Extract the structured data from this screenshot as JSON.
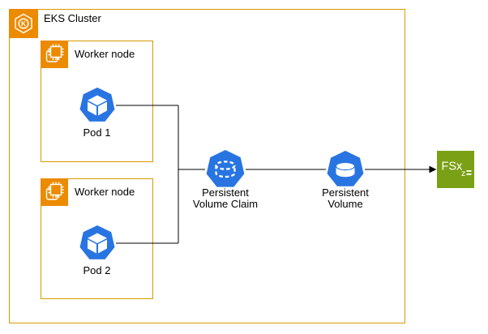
{
  "colors": {
    "bg": "#FFFFFF",
    "box-border": "#D79B00",
    "icon-orange": "#EC8A00",
    "k8s-blue": "#2875E2",
    "fsx-green": "#7AA116",
    "line": "#000000",
    "text": "#000000"
  },
  "cluster": {
    "title": "EKS Cluster",
    "icon_letter": "K"
  },
  "worker_nodes": [
    {
      "label": "Worker node"
    },
    {
      "label": "Worker node"
    }
  ],
  "pods": [
    {
      "label": "Pod 1"
    },
    {
      "label": "Pod 2"
    }
  ],
  "pvc": {
    "label": "Persistent\nVolume Claim"
  },
  "pv": {
    "label": "Persistent\nVolume"
  },
  "fsx": {
    "text": "FSx",
    "subscript": "z"
  }
}
